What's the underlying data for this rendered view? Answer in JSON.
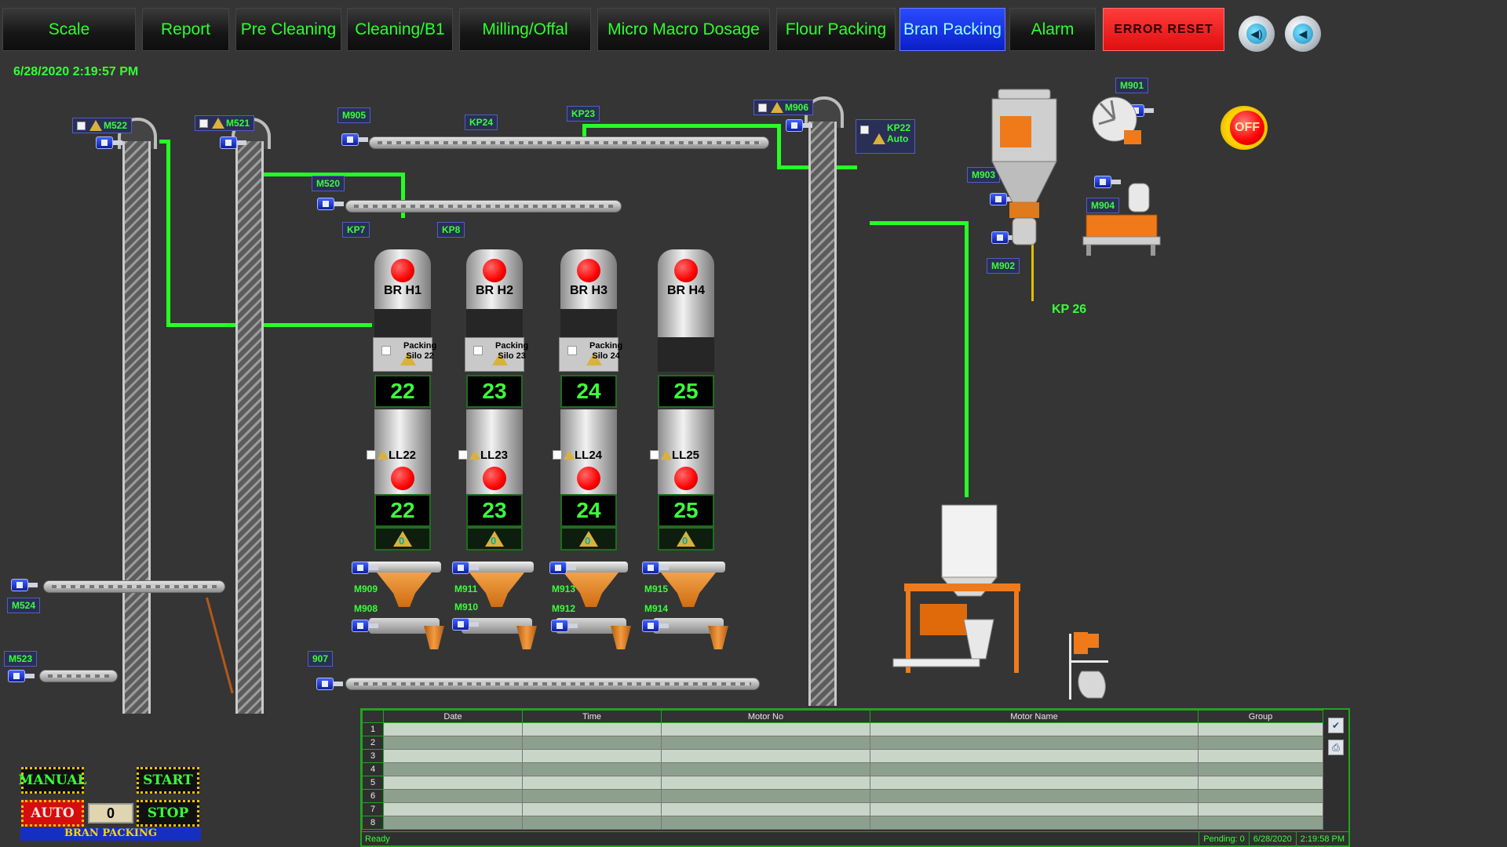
{
  "nav": {
    "items": [
      "Scale",
      "Report",
      "Pre Cleaning",
      "Cleaning/B1",
      "Milling/Offal",
      "Micro Macro Dosage",
      "Flour Packing",
      "Bran Packing",
      "Alarm"
    ],
    "active": "Bran Packing",
    "error_reset": "ERROR RESET",
    "sound_icon": "speaker-icon",
    "mute_icon": "speaker-mute-icon"
  },
  "datetime": "6/28/2020 2:19:57 PM",
  "tags": {
    "m522": "M522",
    "m521": "M521",
    "m905": "M905",
    "kp24": "KP24",
    "kp23": "KP23",
    "m906": "M906",
    "kp22_line1": "KP22",
    "kp22_line2": "Auto",
    "m520": "M520",
    "kp7": "KP7",
    "kp8": "KP8",
    "m901": "M901",
    "m903": "M903",
    "m904": "M904",
    "m902": "M902",
    "kp26": "KP 26",
    "m524": "M524",
    "m523": "M523",
    "m907": "907",
    "m909": "M909",
    "m908": "M908",
    "m911": "M911",
    "m910": "M910",
    "m913": "M913",
    "m912": "M912",
    "m915": "M915",
    "m914": "M914"
  },
  "silos": [
    {
      "name": "BR H1",
      "packing": "Packing",
      "silo_label": "Silo 22",
      "num_top": "22",
      "ll": "LL22",
      "num_bottom": "22",
      "zero": "0"
    },
    {
      "name": "BR H2",
      "packing": "Packing",
      "silo_label": "Silo 23",
      "num_top": "23",
      "ll": "LL23",
      "num_bottom": "23",
      "zero": "0"
    },
    {
      "name": "BR H3",
      "packing": "Packing",
      "silo_label": "Silo 24",
      "num_top": "24",
      "ll": "LL24",
      "num_bottom": "24",
      "zero": "0"
    },
    {
      "name": "BR H4",
      "packing": "",
      "silo_label": "",
      "num_top": "25",
      "ll": "LL25",
      "num_bottom": "25",
      "zero": "0"
    }
  ],
  "off_button": "OFF",
  "controls": {
    "manual": "MANUAL",
    "start": "START",
    "auto": "AUTO",
    "stop": "STOP",
    "counter": "0",
    "section_label": "BRAN PACKING"
  },
  "alarm_table": {
    "columns": [
      "Date",
      "Time",
      "Motor No",
      "Motor Name",
      "Group"
    ],
    "rows": [
      "1",
      "2",
      "3",
      "4",
      "5",
      "6",
      "7",
      "8"
    ],
    "status": "Ready",
    "pending": "Pending: 0",
    "date": "6/28/2020",
    "time": "2:19:58 PM"
  },
  "colors": {
    "accent_green": "#25ff25",
    "active_tab": "#0a1fc7",
    "error_red": "#e00f0f"
  }
}
